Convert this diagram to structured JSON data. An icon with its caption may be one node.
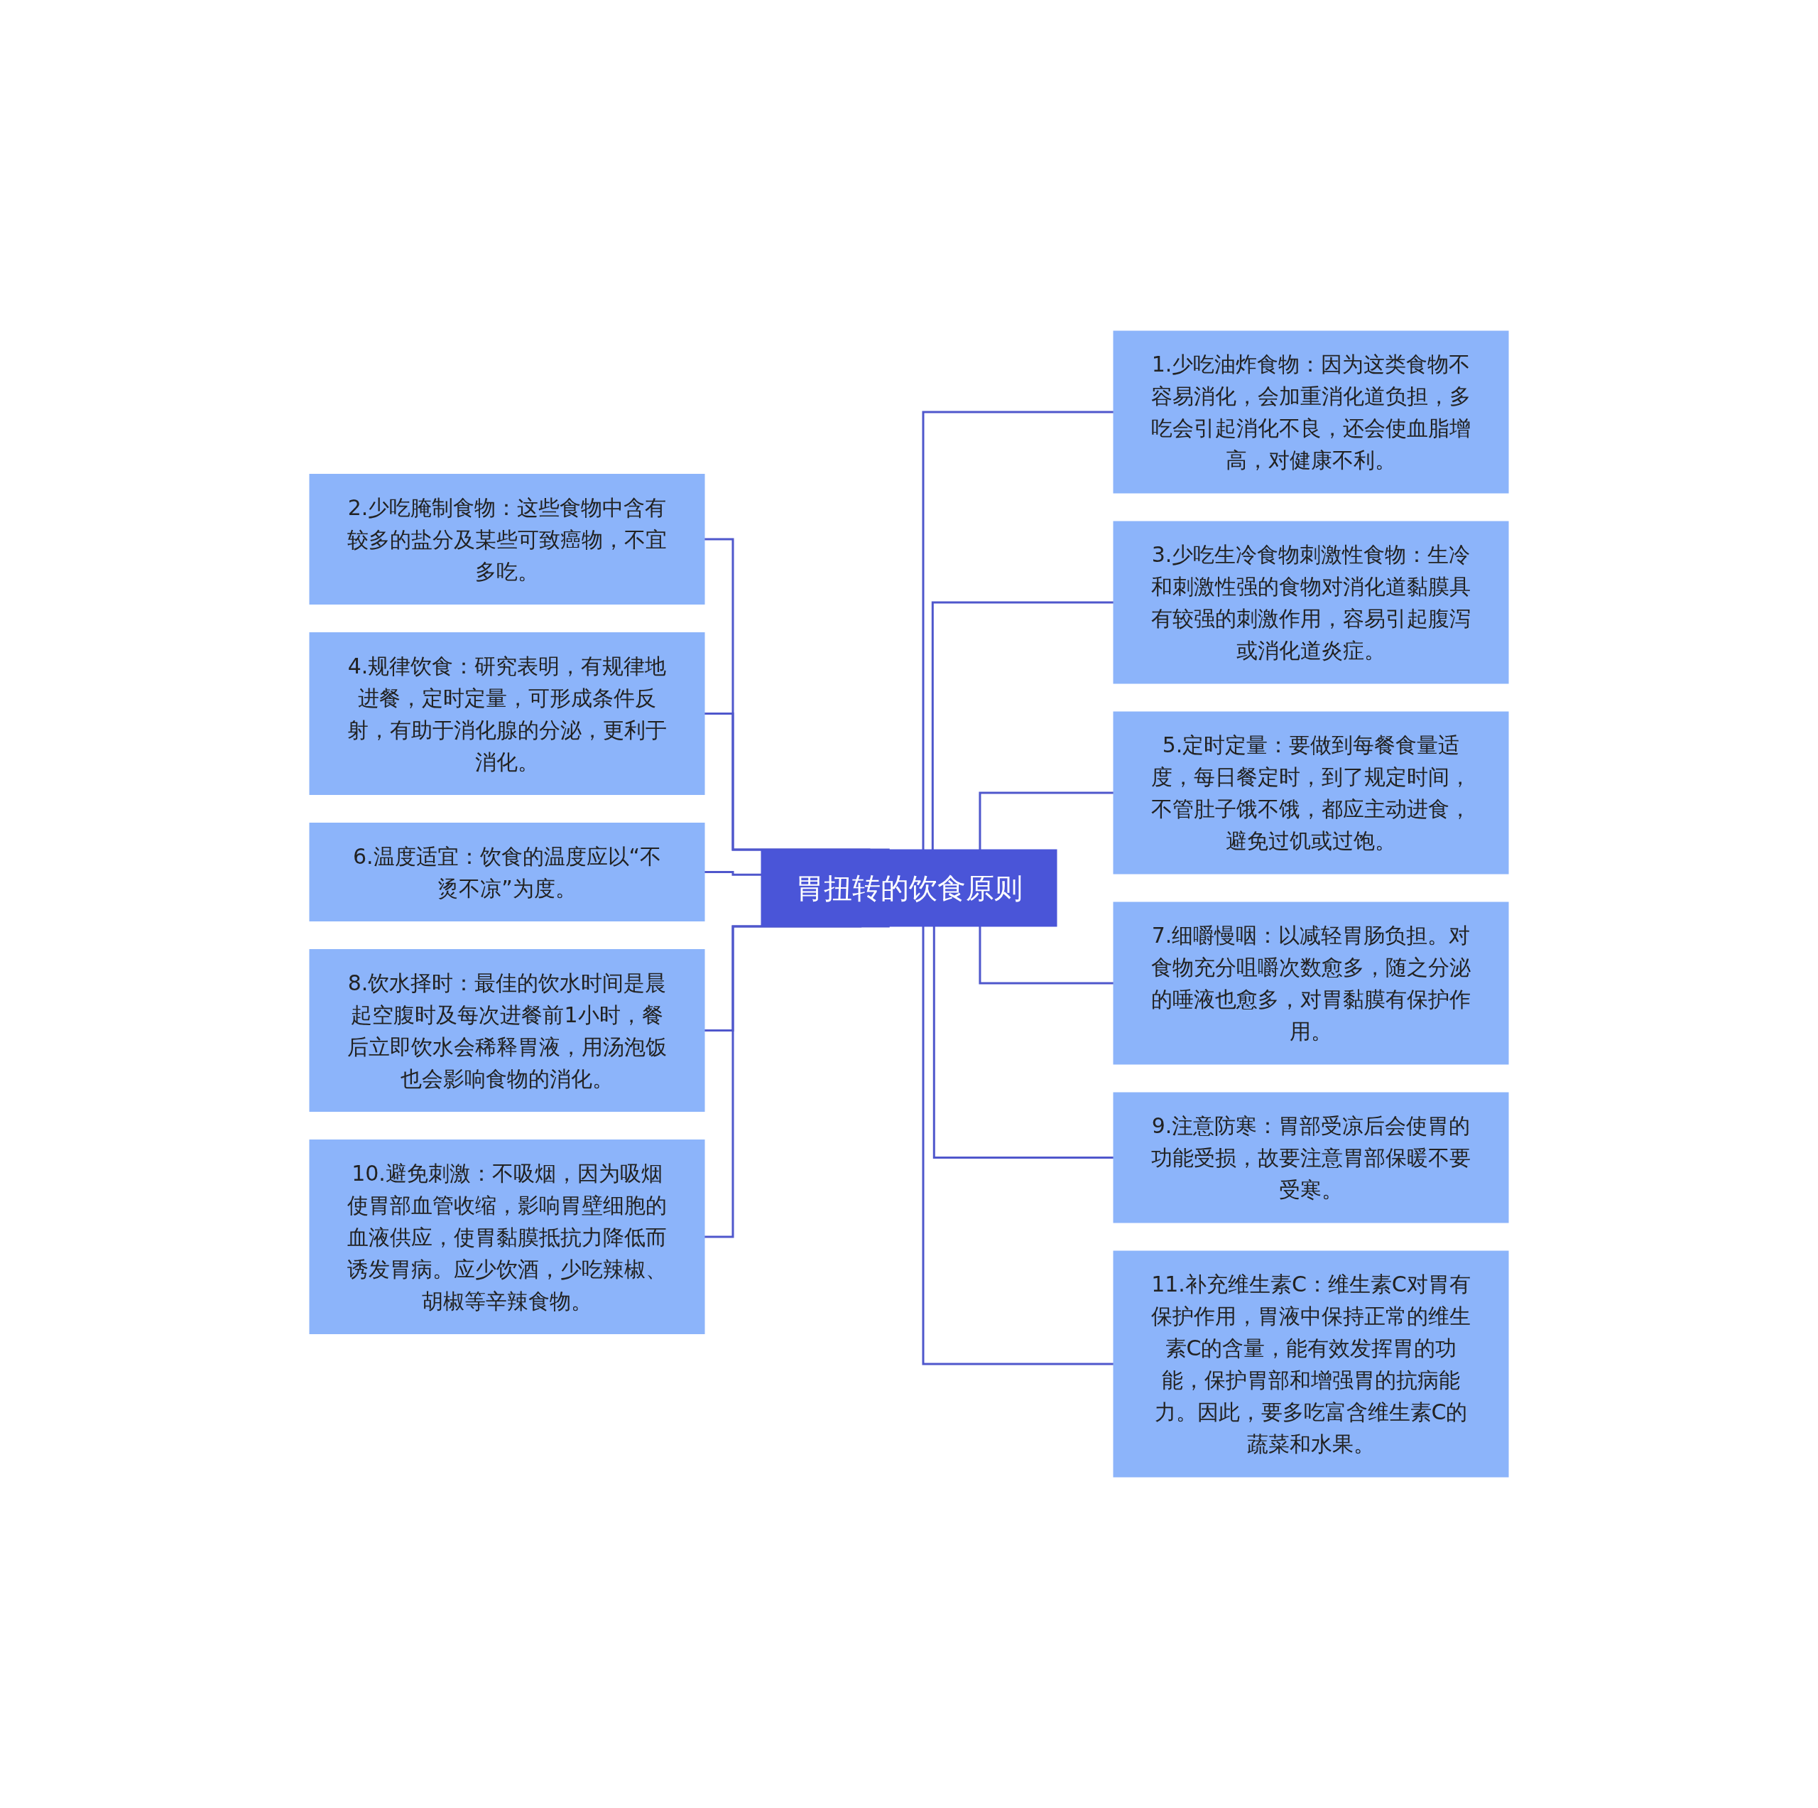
{
  "diagram": {
    "nodes": [
      {
        "text": [
          "胃扭转的饮食原则"
        ]
      },
      {
        "text": [
          "1.少吃油炸食物：因为这类食物不容易消化，会加重消化道负担，多吃会引起消化不良，还会使血脂增高，对健康不利。"
        ]
      },
      {
        "text": [
          "2.少吃腌制食物：这些食物中含有较多的盐分及某些可致癌物，不宜多吃。"
        ]
      },
      {
        "text": [
          "3.少吃生冷食物刺激性食物：生冷和刺激性强的食物对消化道黏膜具有较强的刺激作用，容易引起腹泻或消化道炎症。"
        ]
      },
      {
        "text": [
          "4.规律饮食：研究表明，有规律地进餐，定时定量，可形成条件反射，有助于消化腺的分泌，更利于消化。"
        ]
      },
      {
        "text": [
          "5.定时定量：要做到每餐食量适度，每日餐定时，到了规定时间，不管肚子饿不饿，都应主动进食，避免过饥或过饱。"
        ]
      },
      {
        "text": [
          "6.温度适宜：饮食的温度应以“不烫不凉”为度。"
        ]
      },
      {
        "text": [
          "7.细嚼慢咽：以减轻胃肠负担。对食物充分咀嚼次数愈多，随之分泌的唾液也愈多，对胃黏膜有保护作用。"
        ]
      },
      {
        "text": [
          "8.饮水择时：最佳的饮水时间是晨起空腹时及每次进餐前1小时，餐后立即饮水会稀释胃液，用汤泡饭也会影响食物的消化。"
        ]
      },
      {
        "text": [
          "9.注意防寒：胃部受凉后会使胃的功能受损，故要注意胃部保暖不要受寒。"
        ]
      },
      {
        "text": [
          "10.避免刺激：不吸烟，因为吸烟使胃部血管收缩，影响胃壁细胞的血液供应，使胃黏膜抵抗力降低而诱发胃病。应少饮酒，少吃辣椒、胡椒等辛辣食物。"
        ]
      },
      {
        "text": [
          "11.补充维生素C：维生素C对胃有保护作用，胃液中保持正常的维生素C的含量，能有效发挥胃的功能，保护胃部和增强胃的抗病能力。因此，要多吃富含维生素C的蔬菜和水果。"
        ]
      }
    ],
    "edges": [
      {
        "from": 2,
        "to": 0,
        "arrow": "none"
      },
      {
        "from": 4,
        "to": 0,
        "arrow": "none"
      },
      {
        "from": 6,
        "to": 0,
        "arrow": "none"
      },
      {
        "from": 8,
        "to": 0,
        "arrow": "none"
      },
      {
        "from": 10,
        "to": 0,
        "arrow": "none"
      },
      {
        "from": 0,
        "to": 1,
        "arrow": "none"
      },
      {
        "from": 0,
        "to": 3,
        "arrow": "none"
      },
      {
        "from": 0,
        "to": 5,
        "arrow": "none"
      },
      {
        "from": 0,
        "to": 7,
        "arrow": "none"
      },
      {
        "from": 0,
        "to": 9,
        "arrow": "none"
      },
      {
        "from": 0,
        "to": 11,
        "arrow": "none"
      }
    ]
  }
}
